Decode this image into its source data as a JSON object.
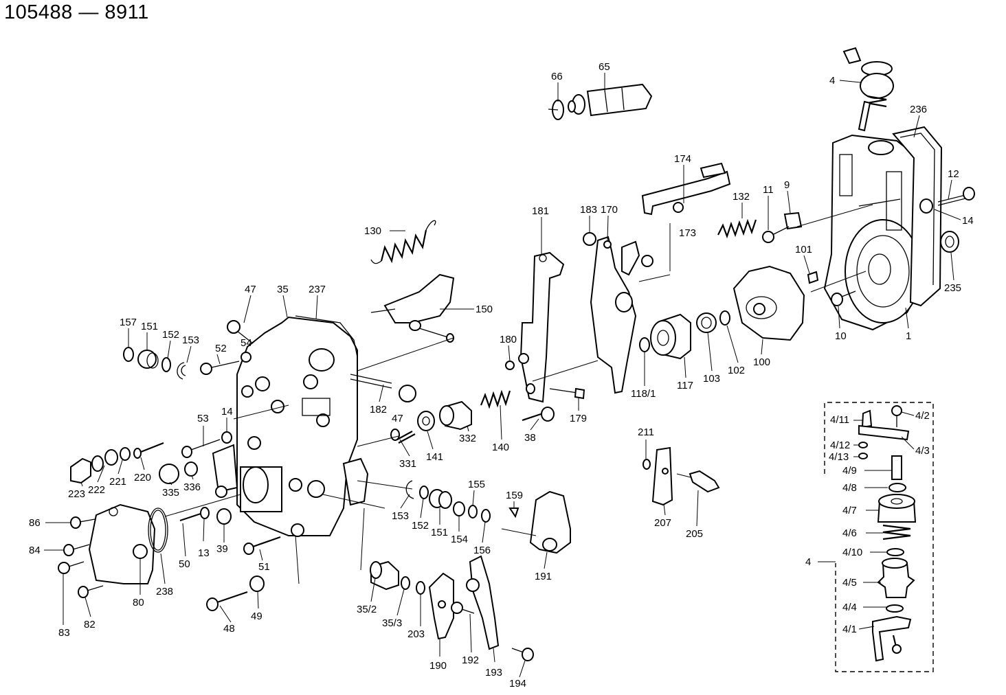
{
  "title": "105488 — 8911",
  "labels": {
    "l66": "66",
    "l65": "65",
    "l4": "4",
    "l236": "236",
    "l12": "12",
    "l14r": "14",
    "l235": "235",
    "l174": "174",
    "l132": "132",
    "l11": "11",
    "l9": "9",
    "l101": "101",
    "l10": "10",
    "l1": "1",
    "l183": "183",
    "l170": "170",
    "l173": "173",
    "l181": "181",
    "l130": "130",
    "l150": "150",
    "l47a": "47",
    "l35": "35",
    "l237": "237",
    "l157": "157",
    "l151a": "151",
    "l152a": "152",
    "l153a": "153",
    "l52": "52",
    "l54": "54",
    "l180": "180",
    "l182": "182",
    "l47b": "47",
    "l179": "179",
    "l118": "118/1",
    "l117": "117",
    "l103": "103",
    "l102": "102",
    "l100": "100",
    "l53": "53",
    "l14": "14",
    "l38": "38",
    "l140": "140",
    "l332": "332",
    "l141": "141",
    "l331": "331",
    "l220": "220",
    "l221": "221",
    "l222": "222",
    "l223": "223",
    "l335": "335",
    "l336": "336",
    "l211": "211",
    "l207": "207",
    "l205": "205",
    "l153b": "153",
    "l152b": "152",
    "l151b": "151",
    "l154": "154",
    "l155": "155",
    "l156": "156",
    "l159": "159",
    "l191": "191",
    "l86": "86",
    "l84": "84",
    "l83": "83",
    "l82": "82",
    "l80": "80",
    "l238": "238",
    "l50": "50",
    "l13": "13",
    "l39": "39",
    "l51": "51",
    "l49": "49",
    "l48": "48",
    "l352": "35/2",
    "l353": "35/3",
    "l203": "203",
    "l190": "190",
    "l192": "192",
    "l193": "193",
    "l194": "194",
    "l4_11": "4/11",
    "l4_2": "4/2",
    "l4_12": "4/12",
    "l4_3": "4/3",
    "l4_13": "4/13",
    "l4_9": "4/9",
    "l4_8": "4/8",
    "l4_7": "4/7",
    "l4_6": "4/6",
    "l4_10": "4/10",
    "l4box": "4",
    "l4_5": "4/5",
    "l4_4": "4/4",
    "l4_1": "4/1"
  }
}
